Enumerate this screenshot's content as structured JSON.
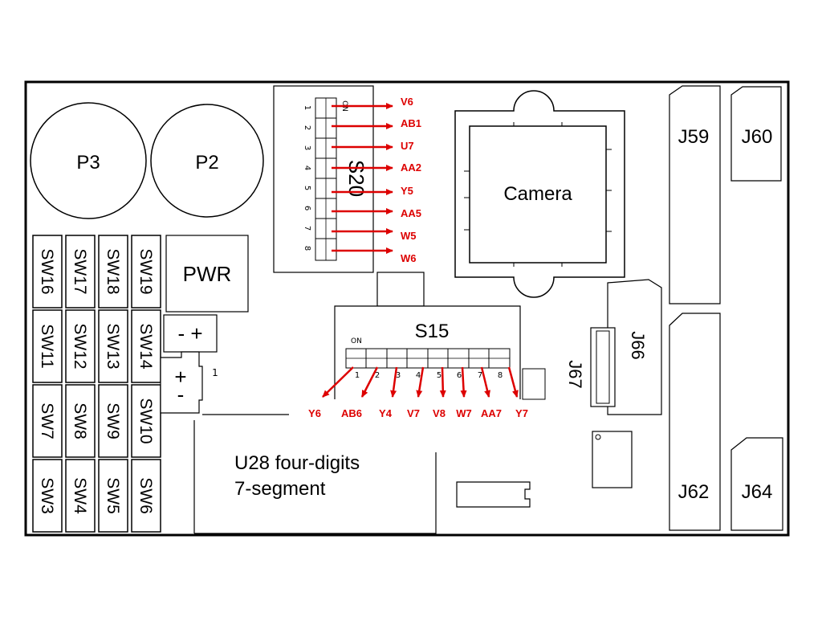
{
  "board": {
    "pots": [
      {
        "name": "p3",
        "label": "P3"
      },
      {
        "name": "p2",
        "label": "P2"
      }
    ],
    "switches": [
      {
        "row": 1,
        "labels": [
          "SW16",
          "SW17",
          "SW18",
          "SW19"
        ]
      },
      {
        "row": 2,
        "labels": [
          "SW11",
          "SW12",
          "SW13",
          "SW14"
        ]
      },
      {
        "row": 3,
        "labels": [
          "SW7",
          "SW8",
          "SW9",
          "SW10"
        ]
      },
      {
        "row": 4,
        "labels": [
          "SW3",
          "SW4",
          "SW5",
          "SW6"
        ]
      }
    ],
    "pwr": {
      "label": "PWR",
      "polarity_top": "- +",
      "polarity_left_plus": "+",
      "polarity_left_minus": "-",
      "pin_one": "1"
    },
    "s20": {
      "label": "S20",
      "on_text": "ON",
      "pin_numbers": [
        "1",
        "2",
        "3",
        "4",
        "5",
        "6",
        "7",
        "8"
      ],
      "signals": [
        "V6",
        "AB1",
        "U7",
        "AA2",
        "Y5",
        "AA5",
        "W5",
        "W6"
      ]
    },
    "s15": {
      "label": "S15",
      "on_text": "ON",
      "pin_numbers": [
        "1",
        "2",
        "3",
        "4",
        "5",
        "6",
        "7",
        "8"
      ],
      "signals": [
        "Y6",
        "AB6",
        "Y4",
        "V7",
        "V8",
        "W7",
        "AA7",
        "Y7"
      ]
    },
    "camera": {
      "label": "Camera"
    },
    "connectors": {
      "j59": "J59",
      "j60": "J60",
      "j62": "J62",
      "j64": "J64",
      "j66": "J66",
      "j67": "J67"
    },
    "u28": {
      "line1": "U28 four-digits",
      "line2": "7-segment"
    },
    "accent": "#dd0000"
  }
}
